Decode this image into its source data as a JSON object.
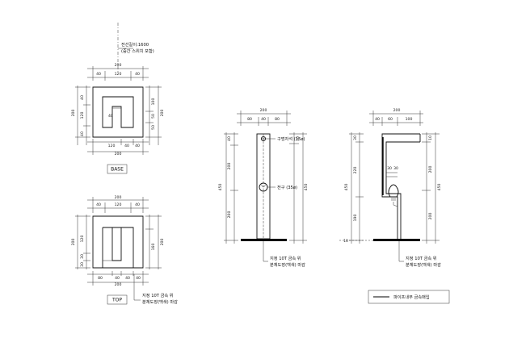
{
  "base_view": {
    "label": "BASE",
    "cable_note": [
      "전선길이:1600",
      "(중간 스위치 포함)"
    ],
    "top_dims": {
      "total": "200",
      "parts": [
        "40",
        "120",
        "40"
      ]
    },
    "left_dims": {
      "total": "200",
      "parts": [
        "40",
        "120",
        "40"
      ]
    },
    "right_dims": {
      "total": "200",
      "parts": [
        "100",
        "50",
        "50"
      ]
    },
    "bottom_dims": {
      "total": "200",
      "parts": [
        "120",
        "40",
        "40"
      ]
    },
    "inner_dims": [
      "40"
    ]
  },
  "top_view": {
    "label": "TOP",
    "top_dims": {
      "total": "200",
      "parts": [
        "40",
        "120",
        "40"
      ]
    },
    "left_dims": {
      "total": "200",
      "parts": [
        "120",
        "30",
        "30"
      ]
    },
    "right_dims": {
      "total": "200",
      "parts": [
        "160"
      ]
    },
    "bottom_dims": {
      "total": "200",
      "parts": [
        "80",
        "40",
        "40",
        "40"
      ]
    },
    "note": [
      "지정 10T 금속 위",
      "분체도장(백색) 마감"
    ]
  },
  "front_view": {
    "top_dims": {
      "total": "200",
      "parts": [
        "80",
        "40",
        "80"
      ]
    },
    "left_dims": {
      "total": "450",
      "parts": [
        "40",
        "200",
        "200"
      ]
    },
    "right_dims": {
      "total": "450",
      "parts": [
        "10"
      ]
    },
    "callouts": [
      "구멍자석 (15ø)",
      "전구 (35ø)"
    ],
    "note": [
      "지정 10T 금속 위",
      "분체도장(백색) 마감"
    ]
  },
  "side_view": {
    "top_dims": {
      "total": "200",
      "parts": [
        "40",
        "60",
        "100"
      ]
    },
    "left_dims": {
      "total": "450",
      "parts": [
        "30",
        "220",
        "190"
      ]
    },
    "right_dims": {
      "total": "450",
      "parts": [
        "10",
        "200",
        "200"
      ]
    },
    "inner_dims": [
      "30",
      "30"
    ],
    "bottom_dim": "10",
    "note": [
      "지정 10T 금속 위",
      "분체도장(백색) 마감"
    ]
  },
  "legend": {
    "label": "파이프내부 금속매입"
  }
}
